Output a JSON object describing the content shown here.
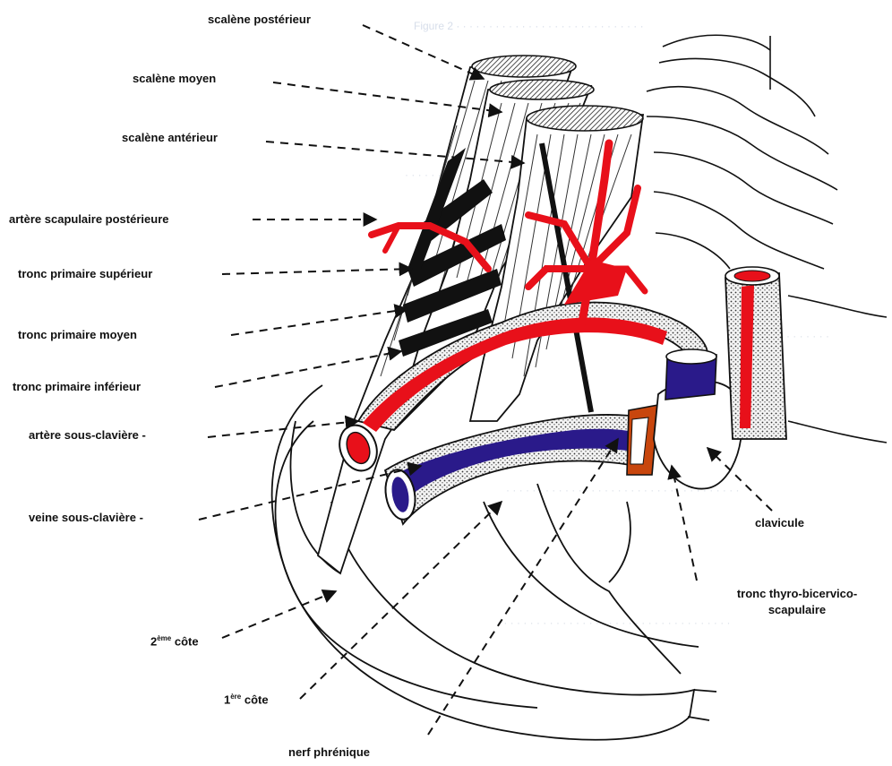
{
  "labels": {
    "scalene_posterieur": "scalène postérieur",
    "scalene_moyen": "scalène moyen",
    "scalene_anterieur": "scalène antérieur",
    "artere_scapulaire_posterieure": "artère scapulaire postérieure",
    "tronc_primaire_superieur": "tronc primaire supérieur",
    "tronc_primaire_moyen": "tronc primaire moyen",
    "tronc_primaire_inferieur": "tronc primaire inférieur",
    "artere_sous_claviere": "artère sous-clavière -",
    "veine_sous_claviere": "veine sous-clavière -",
    "clavicule": "clavicule",
    "tronc_thyro_bicervico_scapulaire": "tronc thyro-bicervico-scapulaire",
    "cote_2_num": "2",
    "cote_2_sup": "ème",
    "cote_2_word": " côte",
    "cote_1_num": "1",
    "cote_1_sup": "ère",
    "cote_1_word": " côte",
    "nerf_phrenique": "nerf phrénique"
  },
  "colors": {
    "artery": "#e8101a",
    "vein": "#2a1a8a",
    "ink": "#111111"
  }
}
